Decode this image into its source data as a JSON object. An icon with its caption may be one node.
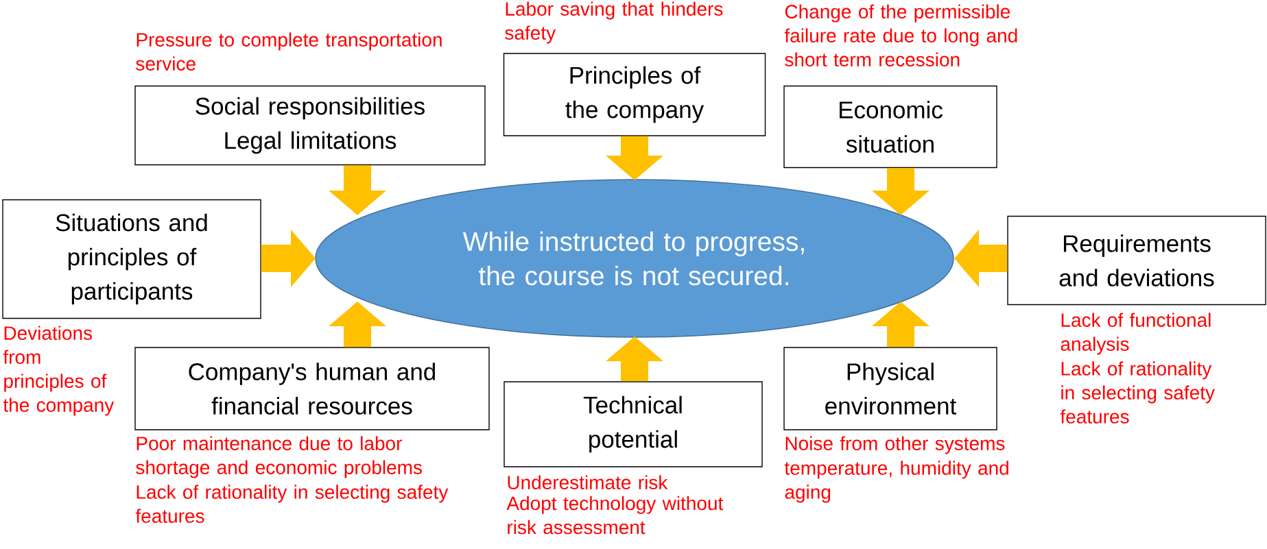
{
  "diagram": {
    "nodes": [
      {
        "text": [
          "While instructed to progress, the course is not secured."
        ]
      },
      {
        "text": [
          "Social responsibilities",
          "Legal limitations"
        ],
        "beside": [
          "Pressure to complete transportation service"
        ]
      },
      {
        "text": [
          "Principles of the company"
        ],
        "beside": [
          "Labor saving that hinders safety"
        ]
      },
      {
        "text": [
          "Economic situation"
        ],
        "beside": [
          "Change of the permissible failure rate due to long and short term recession"
        ]
      },
      {
        "text": [
          "Situations and principles of participants"
        ],
        "beside": [
          "Deviations from principles of the company"
        ]
      },
      {
        "text": [
          "Requirements and deviations"
        ],
        "beside": [
          "Lack of functional analysis",
          "Lack of rationality in selecting safety features"
        ]
      },
      {
        "text": [
          "Company's human and financial resources"
        ],
        "beside": [
          "Poor maintenance due to labor shortage and economic problems",
          "Lack of rationality in selecting safety features"
        ]
      },
      {
        "text": [
          "Technical potential"
        ],
        "beside": [
          "Underestimate risk",
          "Adopt technology without risk assessment"
        ]
      },
      {
        "text": [
          "Physical environment"
        ],
        "beside": [
          "Noise from other systems",
          "temperature, humidity and aging"
        ]
      }
    ],
    "edges": [
      {
        "from": 1,
        "to": 0,
        "arrow": "to"
      },
      {
        "from": 2,
        "to": 0,
        "arrow": "to"
      },
      {
        "from": 3,
        "to": 0,
        "arrow": "to"
      },
      {
        "from": 4,
        "to": 0,
        "arrow": "to"
      },
      {
        "from": 5,
        "to": 0,
        "arrow": "to"
      },
      {
        "from": 6,
        "to": 0,
        "arrow": "to"
      },
      {
        "from": 7,
        "to": 0,
        "arrow": "to"
      },
      {
        "from": 8,
        "to": 0,
        "arrow": "to"
      }
    ]
  }
}
